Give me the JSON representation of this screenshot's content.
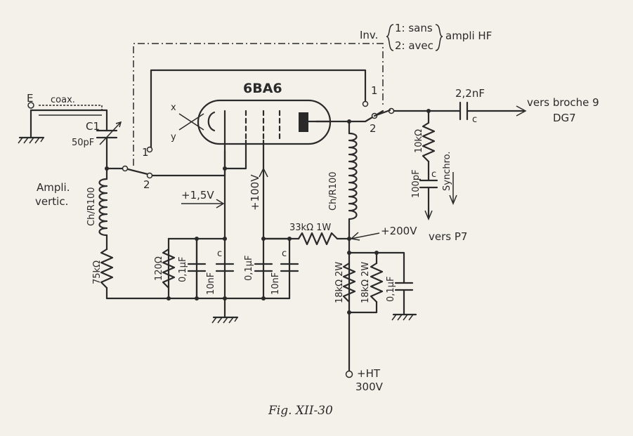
{
  "tube": "6BA6",
  "switch_note": {
    "inv": "Inv.",
    "opt1": "1: sans",
    "opt2": "2: avec",
    "ampli": "ampli HF"
  },
  "input": {
    "terminal": "E",
    "cable": "coax."
  },
  "components": {
    "c1_name": "C1",
    "c1_value": "50pF",
    "choke_left": "Ch/R100",
    "choke_right": "Ch/R100",
    "r75k": "75kΩ",
    "r120": "120Ω",
    "c01_a": "0,1µF",
    "c10n_a": "10nF",
    "c01_b": "0,1µF",
    "c10n_b": "10nF",
    "r33k": "33kΩ 1W",
    "r18k_a": "18kΩ 2W",
    "r18k_b": "18kΩ 2W",
    "c01_c": "0,1µF",
    "c22n": "2,2nF",
    "r10k": "10kΩ",
    "c100p": "100pF",
    "c_mark": "c"
  },
  "labels": {
    "ampli_line1": "Ampli.",
    "ampli_line2": "vertic.",
    "v15": "+1,5V",
    "v100": "+100V",
    "v200": "+200V",
    "vers_broche": "vers broche 9",
    "dg7": "DG7",
    "synchro": "Synchro.",
    "vers_p7": "vers P7",
    "ht": "+HT",
    "ht_volt": "300V",
    "heater_x": "x",
    "heater_y": "y",
    "sw_1": "1",
    "sw_2": "2"
  },
  "caption": "Fig. XII-30"
}
